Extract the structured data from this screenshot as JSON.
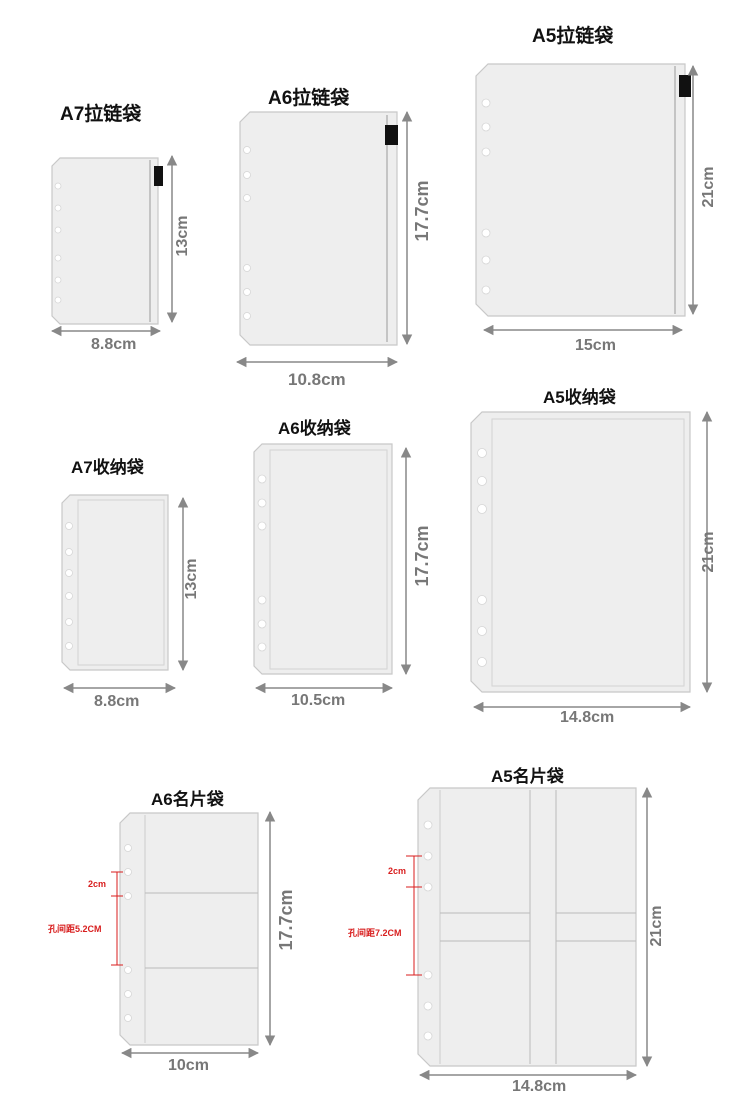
{
  "colors": {
    "sheet_fill": "#eeeeee",
    "sheet_stroke": "#c8c8c8",
    "arrow": "#888888",
    "dimension_text": "#777777",
    "title_text": "#111111",
    "zipper_tab": "#111111",
    "red_annotation": "#d81e1e"
  },
  "zipper_pouches": {
    "a7": {
      "title": "A7拉链袋",
      "width": "8.8cm",
      "height": "13cm"
    },
    "a6": {
      "title": "A6拉链袋",
      "width": "10.8cm",
      "height": "17.7cm"
    },
    "a5": {
      "title": "A5拉链袋",
      "width": "15cm",
      "height": "21cm"
    }
  },
  "storage_pouches": {
    "a7": {
      "title": "A7收纳袋",
      "width": "8.8cm",
      "height": "13cm"
    },
    "a6": {
      "title": "A6收纳袋",
      "width": "10.5cm",
      "height": "17.7cm"
    },
    "a5": {
      "title": "A5收纳袋",
      "width": "14.8cm",
      "height": "21cm"
    }
  },
  "card_pouches": {
    "a6": {
      "title": "A6名片袋",
      "width": "10cm",
      "height": "17.7cm",
      "hole_gap": "2cm",
      "hole_spacing": "孔间距5.2CM"
    },
    "a5": {
      "title": "A5名片袋",
      "width": "14.8cm",
      "height": "21cm",
      "hole_gap": "2cm",
      "hole_spacing": "孔间距7.2CM"
    }
  }
}
